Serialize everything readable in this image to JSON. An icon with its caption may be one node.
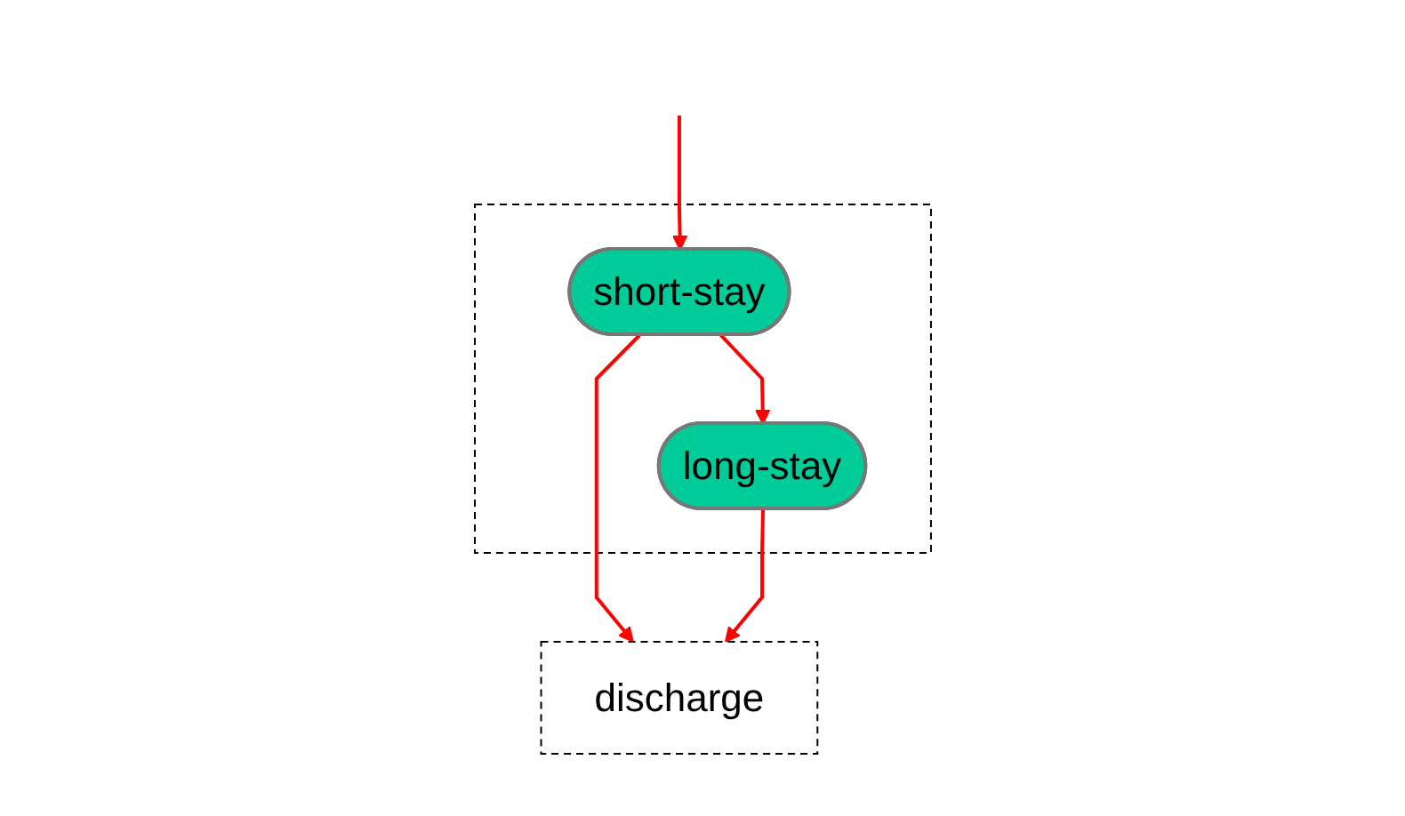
{
  "diagram": {
    "nodes": [
      {
        "text": [],
        "shape": "box"
      },
      {
        "text": [
          "short-stay"
        ],
        "in": 0
      },
      {
        "text": [
          "long-stay"
        ],
        "in": 0
      },
      {
        "text": [
          "discharge"
        ]
      }
    ],
    "edges": [
      {
        "from": null,
        "to": 1,
        "arrow": "to"
      },
      {
        "from": 1,
        "to": 2,
        "arrow": "to"
      },
      {
        "from": 1,
        "to": 3,
        "arrow": "to"
      },
      {
        "from": 2,
        "to": 3,
        "arrow": "to"
      }
    ]
  }
}
